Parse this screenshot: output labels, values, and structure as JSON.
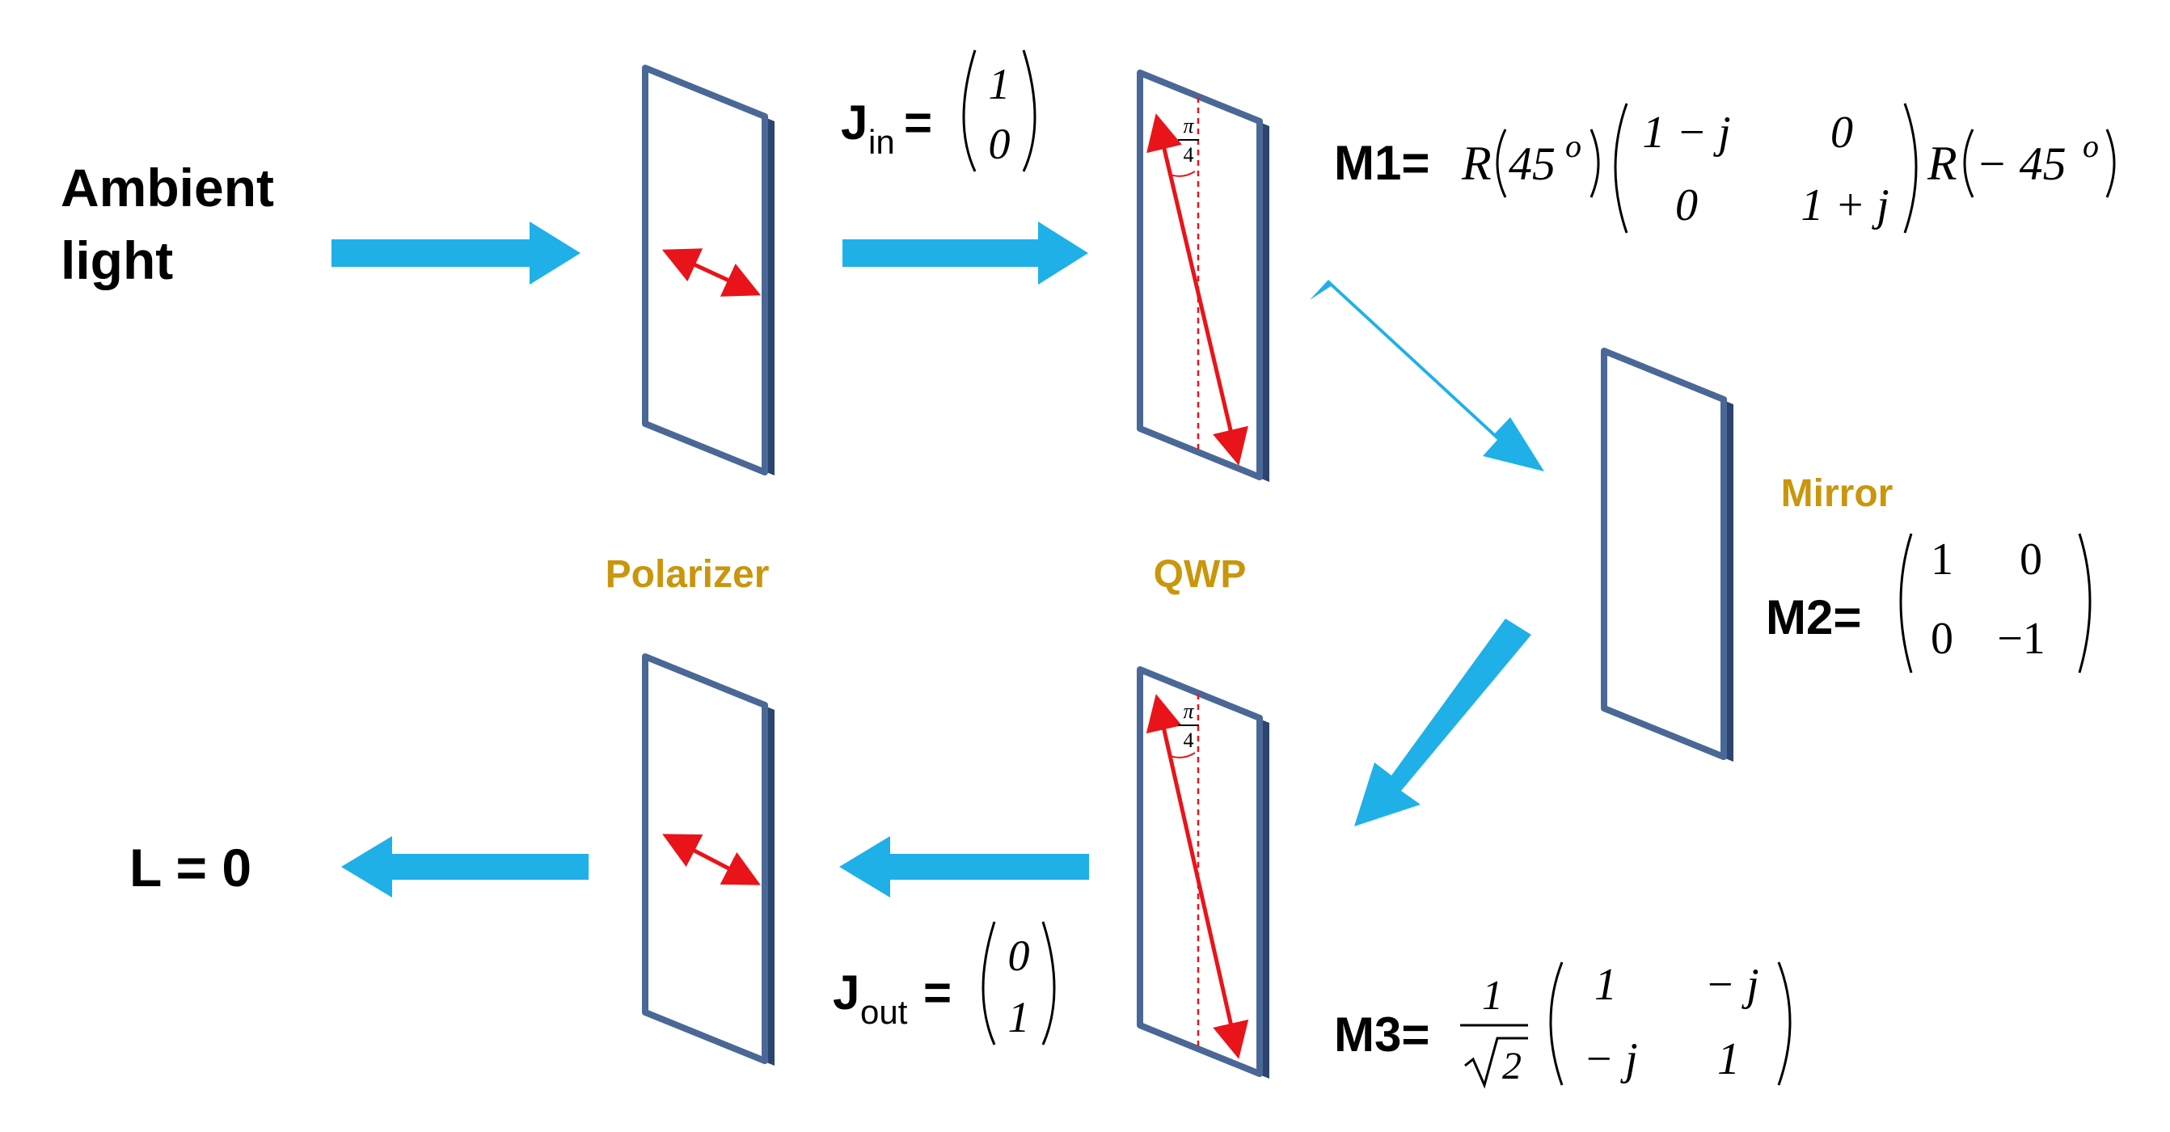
{
  "colors": {
    "beam": "#1fb0e8",
    "frame": "#4a6896",
    "pol_axis": "#e8141a",
    "device_label": "#c9960c"
  },
  "labels": {
    "ambient_line1": "Ambient",
    "ambient_line2": "light",
    "output": "L = 0",
    "polarizer": "Polarizer",
    "qwp": "QWP",
    "mirror": "Mirror",
    "angle_num": "π",
    "angle_den": "4"
  },
  "jin": {
    "j": "J",
    "sub": "in",
    "eq": "=",
    "v1": "1",
    "v2": "0"
  },
  "jout": {
    "j": "J",
    "sub": "out",
    "eq": "=",
    "v1": "0",
    "v2": "1"
  },
  "m1": {
    "label": "M1=",
    "r1": "R",
    "a1": "45",
    "deg1": "o",
    "m11": "1 − j",
    "m12": "0",
    "m21": "0",
    "m22": "1 + j",
    "r2": "R",
    "a2": "− 45",
    "deg2": "o"
  },
  "m2": {
    "label": "M2=",
    "m11": "1",
    "m12": "0",
    "m21": "0",
    "m22": "−1"
  },
  "m3": {
    "label": "M3=",
    "num": "1",
    "root": "2",
    "m11": "1",
    "m12": "− j",
    "m21": "− j",
    "m22": "1"
  }
}
